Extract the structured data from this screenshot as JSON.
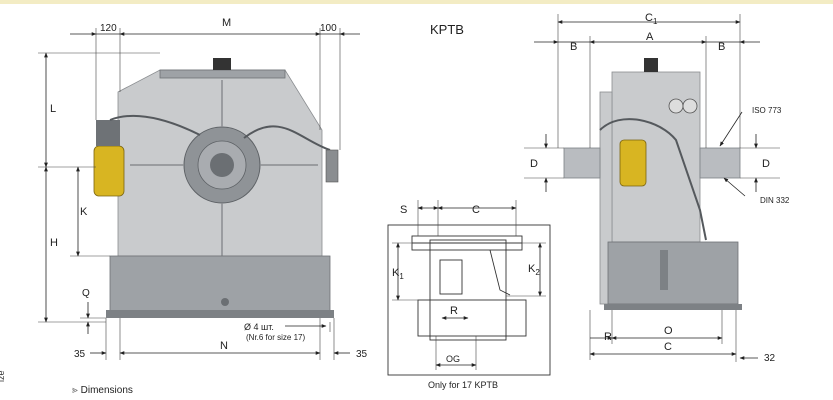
{
  "title": "KPTB",
  "front_view": {
    "dim_left_offset": "120",
    "dim_M": "M",
    "dim_right_offset": "100",
    "dim_L": "L",
    "dim_K": "K",
    "dim_H": "H",
    "dim_Q": "Q",
    "hole_note_line1": "Ø 4 шт.",
    "hole_note_line2": "(Nr.6 for size 17)",
    "dim_N": "N",
    "dim_35_left": "35",
    "dim_35_right": "35"
  },
  "side_view": {
    "dim_C1_main": "C",
    "dim_C1_sub": "1",
    "dim_A": "A",
    "dim_B_left": "B",
    "dim_B_right": "B",
    "dim_D_left": "D",
    "dim_D_right": "D",
    "iso_label": "ISO  773",
    "din_label": "DIN  332",
    "dim_R": "R",
    "dim_O": "O",
    "dim_C": "C",
    "dim_32": "32"
  },
  "inset": {
    "dim_S": "S",
    "dim_C": "C",
    "dim_K1_main": "K",
    "dim_K1_sub": "1",
    "dim_K2_main": "K",
    "dim_K2_sub": "2",
    "dim_R": "R",
    "dim_OG": "OG",
    "caption": "Only for 17 KPTB"
  },
  "footer": {
    "side_label": "ize",
    "section_label": "Dimensions"
  },
  "colors": {
    "housing": "#c9cbcd",
    "oil_cooler": "#d8b522",
    "dimension_lines": "#222222"
  }
}
